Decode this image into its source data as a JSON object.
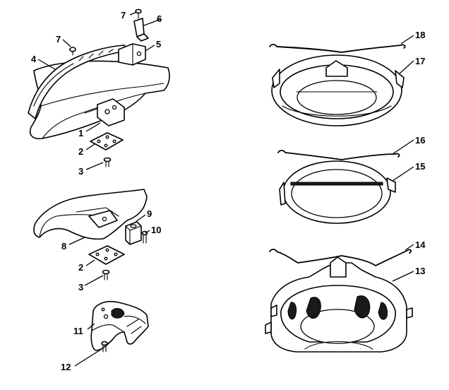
{
  "callouts": [
    {
      "id": "c7a",
      "text": "7"
    },
    {
      "id": "c6",
      "text": "6"
    },
    {
      "id": "c7b",
      "text": "7"
    },
    {
      "id": "c5",
      "text": "5"
    },
    {
      "id": "c4",
      "text": "4"
    },
    {
      "id": "c1",
      "text": "1"
    },
    {
      "id": "c2a",
      "text": "2"
    },
    {
      "id": "c3a",
      "text": "3"
    },
    {
      "id": "c9",
      "text": "9"
    },
    {
      "id": "c10",
      "text": "10"
    },
    {
      "id": "c8",
      "text": "8"
    },
    {
      "id": "c2b",
      "text": "2"
    },
    {
      "id": "c3b",
      "text": "3"
    },
    {
      "id": "c11",
      "text": "11"
    },
    {
      "id": "c12",
      "text": "12"
    },
    {
      "id": "c18",
      "text": "18"
    },
    {
      "id": "c17",
      "text": "17"
    },
    {
      "id": "c16",
      "text": "16"
    },
    {
      "id": "c15",
      "text": "15"
    },
    {
      "id": "c14",
      "text": "14"
    },
    {
      "id": "c13",
      "text": "13"
    }
  ]
}
